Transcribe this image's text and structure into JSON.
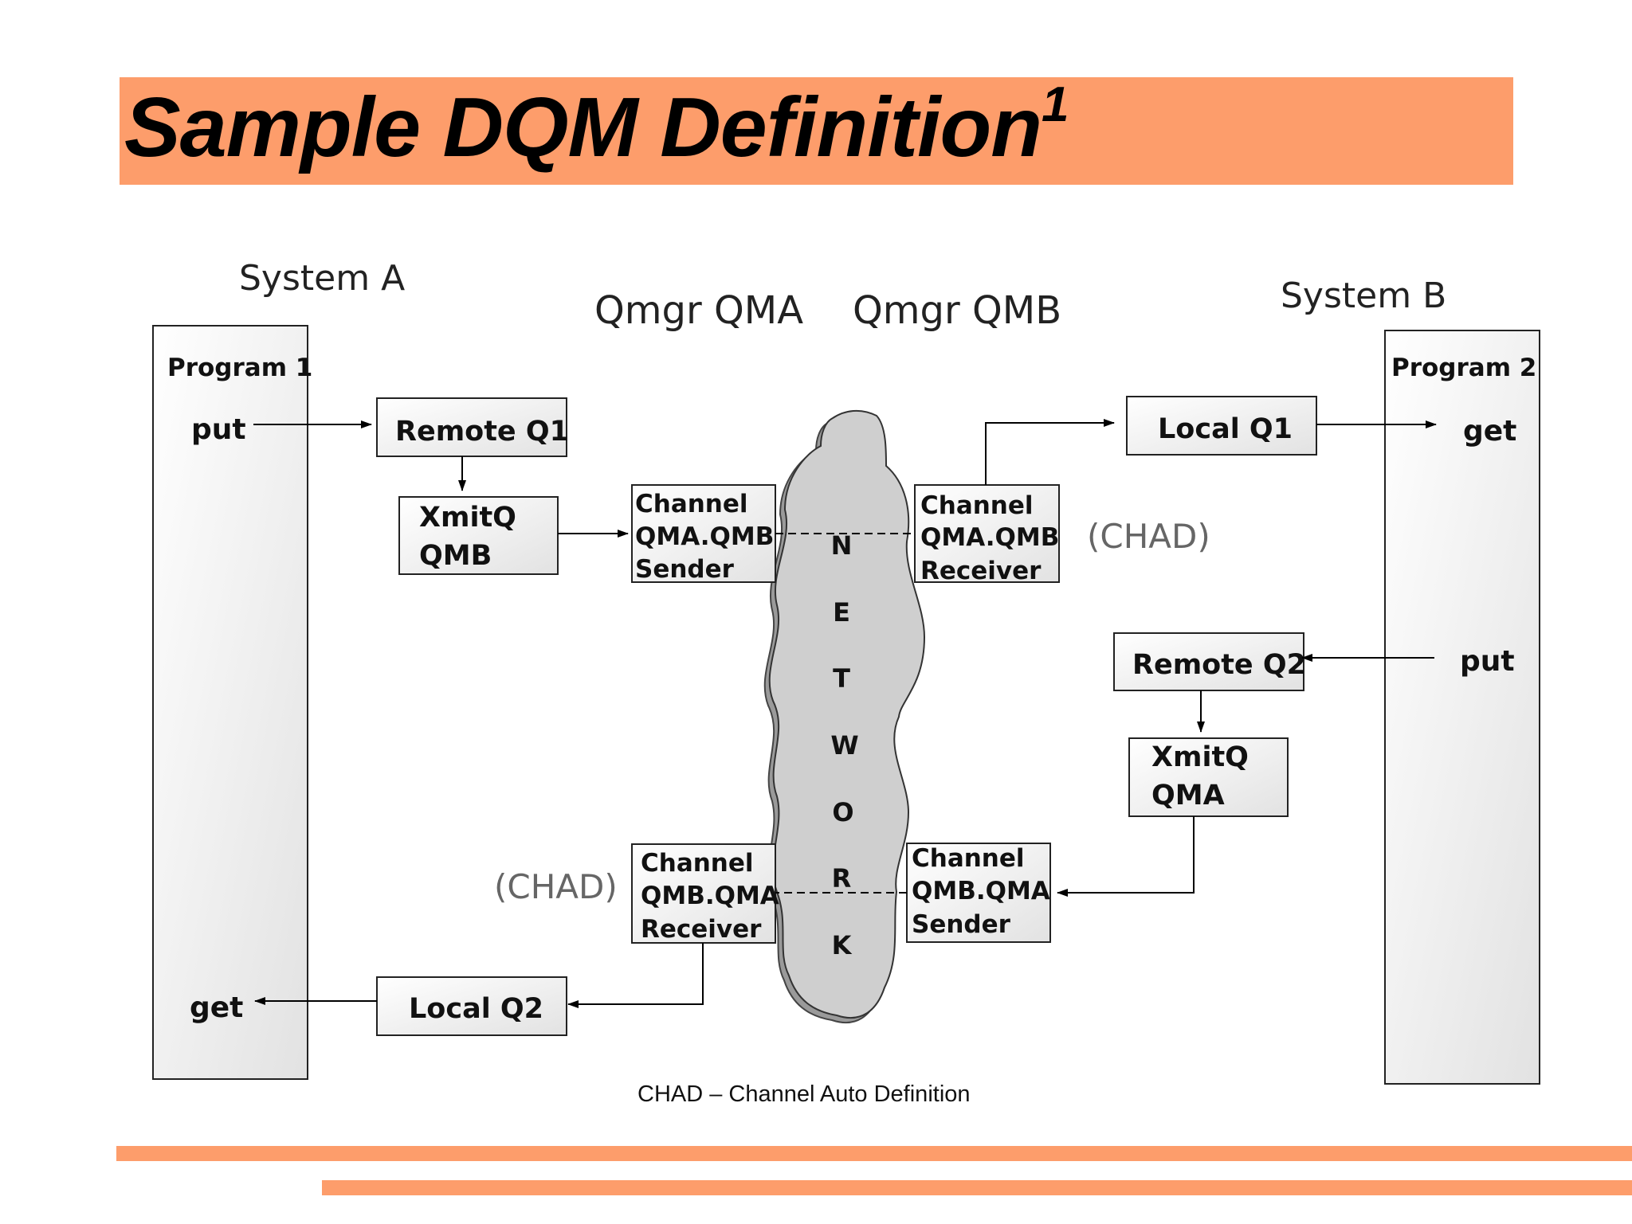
{
  "title": {
    "text": "Sample DQM Definition",
    "superscript": "1"
  },
  "system_a": {
    "label": "System A",
    "qmgr": "Qmgr QMA",
    "program": "Program 1",
    "put": "put",
    "get": "get",
    "remote_q": "Remote Q1",
    "xmitq": [
      "XmitQ",
      "QMB"
    ],
    "local_q": "Local Q2",
    "sender_channel": [
      "Channel",
      "QMA.QMB",
      "Sender"
    ],
    "receiver_channel": [
      "Channel",
      "QMB.QMA",
      "Receiver"
    ],
    "chad": "(CHAD)"
  },
  "system_b": {
    "label": "System B",
    "qmgr": "Qmgr QMB",
    "program": "Program 2",
    "put": "put",
    "get": "get",
    "local_q": "Local Q1",
    "remote_q": "Remote Q2",
    "xmitq": [
      "XmitQ",
      "QMA"
    ],
    "receiver_channel": [
      "Channel",
      "QMA.QMB",
      "Receiver"
    ],
    "sender_channel": [
      "Channel",
      "QMB.QMA",
      "Sender"
    ],
    "chad": "(CHAD)"
  },
  "network": {
    "letters": [
      "N",
      "E",
      "T",
      "W",
      "O",
      "R",
      "K"
    ]
  },
  "footnote": "CHAD – Channel Auto Definition",
  "colors": {
    "accent": "#fd9d6b",
    "box_fill": "#efefef",
    "cloud_fill": "#cfcfcf"
  }
}
